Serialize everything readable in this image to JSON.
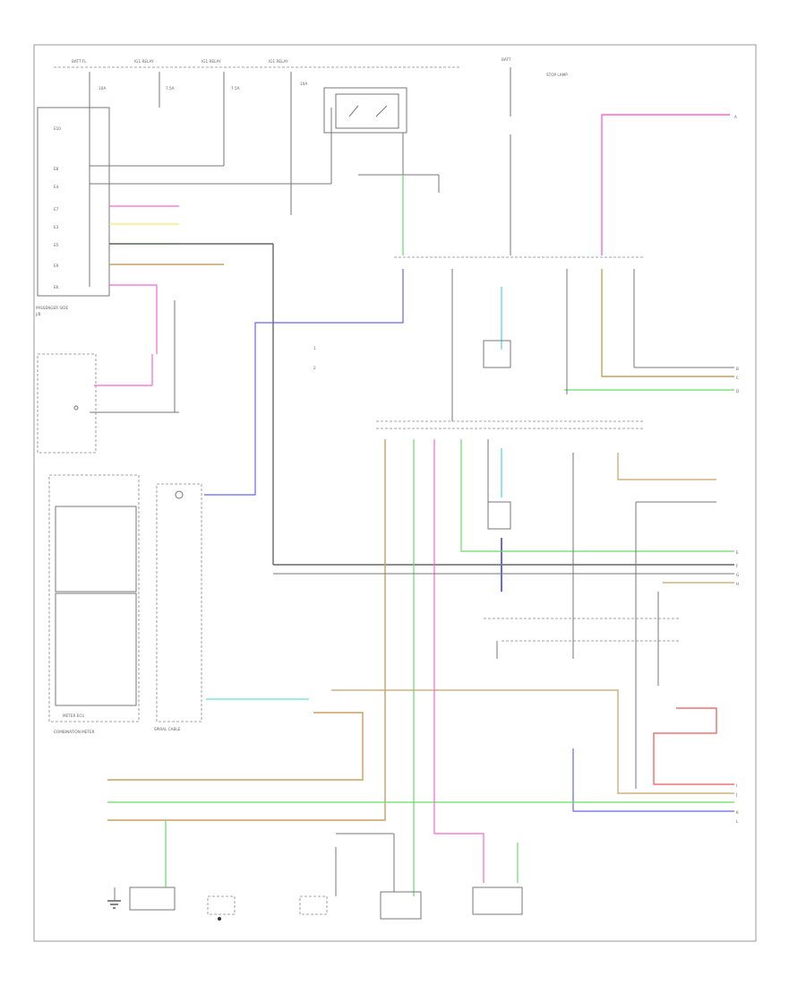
{
  "diagram": {
    "figure_id": "",
    "colors": {
      "frame": "#999999",
      "wire_default": "#777777",
      "pink": "#ff66cc",
      "green": "#66dd66",
      "tan": "#c8a060",
      "blue": "#6666ee",
      "cyan": "#66dddd",
      "yellow": "#eeee66",
      "red": "#ee5555",
      "gray": "#666666"
    },
    "components": [
      {
        "id": "passenger-fuse-box",
        "label": ""
      },
      {
        "id": "ecm",
        "label": ""
      },
      {
        "id": "combination-meter",
        "label": ""
      },
      {
        "id": "steering-sensor",
        "label": ""
      },
      {
        "id": "yaw-rate-sensor",
        "label": ""
      },
      {
        "id": "joint-connector",
        "label": ""
      },
      {
        "id": "brake-actuator",
        "label": ""
      },
      {
        "id": "airbag-sensor",
        "label": ""
      },
      {
        "id": "ground-point",
        "label": ""
      }
    ],
    "wire_colors": [
      "pink",
      "green",
      "tan",
      "blue",
      "cyan",
      "yellow",
      "red",
      "gray"
    ]
  }
}
